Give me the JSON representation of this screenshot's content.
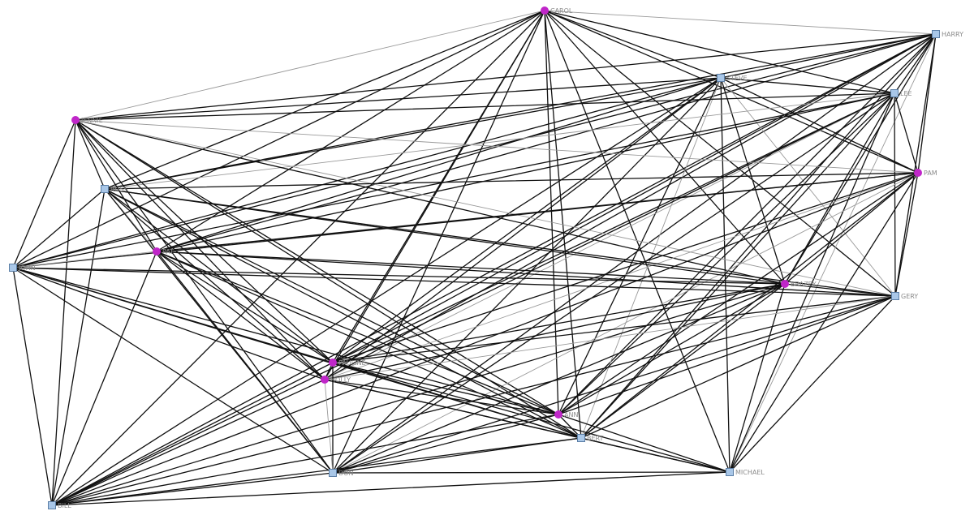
{
  "colors": {
    "female_node": "#c026c9",
    "male_node": "#a9c7e8",
    "male_node_border": "#5c7fa6",
    "edge_strong": "#111111",
    "edge_weak": "#9a9a9a",
    "label": "#8a8a8a"
  },
  "nodes": [
    {
      "id": "CAROL",
      "label": "CAROL",
      "shape": "circle"
    },
    {
      "id": "HARRY",
      "label": "HARRY",
      "shape": "square"
    },
    {
      "id": "STEVE",
      "label": "STEVE",
      "shape": "square"
    },
    {
      "id": "LEE",
      "label": "LEE",
      "shape": "square"
    },
    {
      "id": "JENNIE",
      "label": "JENNIE",
      "shape": "circle"
    },
    {
      "id": "PAM",
      "label": "PAM",
      "shape": "circle"
    },
    {
      "id": "RUSS",
      "label": "RUSS",
      "shape": "square"
    },
    {
      "id": "PAT",
      "label": "PAT",
      "shape": "circle"
    },
    {
      "id": "JOHN",
      "label": "JOHN",
      "shape": "square"
    },
    {
      "id": "BRAZEY",
      "label": "BRAZEY",
      "shape": "circle"
    },
    {
      "id": "GERY",
      "label": "GERY",
      "shape": "square"
    },
    {
      "id": "PAULINE",
      "label": "PAULINE",
      "shape": "circle"
    },
    {
      "id": "HOLLY",
      "label": "HOLLY",
      "shape": "circle"
    },
    {
      "id": "ANN",
      "label": "ANN",
      "shape": "circle"
    },
    {
      "id": "BERT",
      "label": "BERT",
      "shape": "square"
    },
    {
      "id": "DON",
      "label": "DON",
      "shape": "square"
    },
    {
      "id": "MICHAEL",
      "label": "MICHAEL",
      "shape": "square"
    },
    {
      "id": "BILL",
      "label": "BILL",
      "shape": "square"
    }
  ],
  "edges": [
    [
      "CAROL",
      "HARRY",
      "weak"
    ],
    [
      "CAROL",
      "STEVE",
      "strong"
    ],
    [
      "CAROL",
      "LEE",
      "strong"
    ],
    [
      "CAROL",
      "PAM",
      "strong"
    ],
    [
      "CAROL",
      "JENNIE",
      "weak"
    ],
    [
      "CAROL",
      "RUSS",
      "strong"
    ],
    [
      "CAROL",
      "PAT",
      "strong"
    ],
    [
      "CAROL",
      "JOHN",
      "strong"
    ],
    [
      "CAROL",
      "BRAZEY",
      "strong"
    ],
    [
      "CAROL",
      "GERY",
      "strong"
    ],
    [
      "CAROL",
      "PAULINE",
      "strong"
    ],
    [
      "CAROL",
      "HOLLY",
      "strong"
    ],
    [
      "CAROL",
      "ANN",
      "strong"
    ],
    [
      "CAROL",
      "BERT",
      "strong"
    ],
    [
      "CAROL",
      "DON",
      "strong"
    ],
    [
      "CAROL",
      "MICHAEL",
      "strong"
    ],
    [
      "CAROL",
      "BILL",
      "strong"
    ],
    [
      "HARRY",
      "STEVE",
      "strong"
    ],
    [
      "HARRY",
      "LEE",
      "strong"
    ],
    [
      "HARRY",
      "PAM",
      "strong"
    ],
    [
      "HARRY",
      "JENNIE",
      "strong"
    ],
    [
      "HARRY",
      "RUSS",
      "strong"
    ],
    [
      "HARRY",
      "PAT",
      "strong"
    ],
    [
      "HARRY",
      "JOHN",
      "strong"
    ],
    [
      "HARRY",
      "BRAZEY",
      "strong"
    ],
    [
      "HARRY",
      "GERY",
      "strong"
    ],
    [
      "HARRY",
      "PAULINE",
      "strong"
    ],
    [
      "HARRY",
      "HOLLY",
      "strong"
    ],
    [
      "HARRY",
      "ANN",
      "strong"
    ],
    [
      "HARRY",
      "BERT",
      "strong"
    ],
    [
      "HARRY",
      "DON",
      "strong"
    ],
    [
      "HARRY",
      "MICHAEL",
      "weak"
    ],
    [
      "HARRY",
      "BILL",
      "strong"
    ],
    [
      "STEVE",
      "LEE",
      "strong"
    ],
    [
      "STEVE",
      "PAM",
      "strong"
    ],
    [
      "STEVE",
      "JENNIE",
      "strong"
    ],
    [
      "STEVE",
      "RUSS",
      "strong"
    ],
    [
      "STEVE",
      "PAT",
      "strong"
    ],
    [
      "STEVE",
      "JOHN",
      "strong"
    ],
    [
      "STEVE",
      "BRAZEY",
      "strong"
    ],
    [
      "STEVE",
      "GERY",
      "weak"
    ],
    [
      "STEVE",
      "PAULINE",
      "strong"
    ],
    [
      "STEVE",
      "HOLLY",
      "strong"
    ],
    [
      "STEVE",
      "ANN",
      "strong"
    ],
    [
      "STEVE",
      "BERT",
      "weak"
    ],
    [
      "STEVE",
      "DON",
      "strong"
    ],
    [
      "STEVE",
      "MICHAEL",
      "strong"
    ],
    [
      "STEVE",
      "BILL",
      "strong"
    ],
    [
      "LEE",
      "PAM",
      "strong"
    ],
    [
      "LEE",
      "JENNIE",
      "strong"
    ],
    [
      "LEE",
      "RUSS",
      "weak"
    ],
    [
      "LEE",
      "PAT",
      "strong"
    ],
    [
      "LEE",
      "JOHN",
      "strong"
    ],
    [
      "LEE",
      "BRAZEY",
      "strong"
    ],
    [
      "LEE",
      "GERY",
      "strong"
    ],
    [
      "LEE",
      "PAULINE",
      "strong"
    ],
    [
      "LEE",
      "HOLLY",
      "weak"
    ],
    [
      "LEE",
      "ANN",
      "strong"
    ],
    [
      "LEE",
      "BERT",
      "strong"
    ],
    [
      "LEE",
      "DON",
      "strong"
    ],
    [
      "LEE",
      "MICHAEL",
      "strong"
    ],
    [
      "LEE",
      "BILL",
      "strong"
    ],
    [
      "JENNIE",
      "PAM",
      "weak"
    ],
    [
      "JENNIE",
      "RUSS",
      "strong"
    ],
    [
      "JENNIE",
      "PAT",
      "strong"
    ],
    [
      "JENNIE",
      "JOHN",
      "strong"
    ],
    [
      "JENNIE",
      "BRAZEY",
      "strong"
    ],
    [
      "JENNIE",
      "GERY",
      "weak"
    ],
    [
      "JENNIE",
      "PAULINE",
      "strong"
    ],
    [
      "JENNIE",
      "HOLLY",
      "strong"
    ],
    [
      "JENNIE",
      "ANN",
      "strong"
    ],
    [
      "JENNIE",
      "BERT",
      "strong"
    ],
    [
      "JENNIE",
      "DON",
      "strong"
    ],
    [
      "JENNIE",
      "BILL",
      "strong"
    ],
    [
      "PAM",
      "RUSS",
      "strong"
    ],
    [
      "PAM",
      "PAT",
      "strong"
    ],
    [
      "PAM",
      "JOHN",
      "strong"
    ],
    [
      "PAM",
      "BRAZEY",
      "strong"
    ],
    [
      "PAM",
      "GERY",
      "strong"
    ],
    [
      "PAM",
      "PAULINE",
      "strong"
    ],
    [
      "PAM",
      "HOLLY",
      "weak"
    ],
    [
      "PAM",
      "ANN",
      "strong"
    ],
    [
      "PAM",
      "BERT",
      "strong"
    ],
    [
      "PAM",
      "DON",
      "weak"
    ],
    [
      "PAM",
      "MICHAEL",
      "strong"
    ],
    [
      "PAM",
      "BILL",
      "strong"
    ],
    [
      "RUSS",
      "PAT",
      "weak"
    ],
    [
      "RUSS",
      "JOHN",
      "strong"
    ],
    [
      "RUSS",
      "BRAZEY",
      "strong"
    ],
    [
      "RUSS",
      "GERY",
      "strong"
    ],
    [
      "RUSS",
      "PAULINE",
      "strong"
    ],
    [
      "RUSS",
      "HOLLY",
      "strong"
    ],
    [
      "RUSS",
      "ANN",
      "strong"
    ],
    [
      "RUSS",
      "BERT",
      "strong"
    ],
    [
      "RUSS",
      "DON",
      "strong"
    ],
    [
      "RUSS",
      "BILL",
      "strong"
    ],
    [
      "PAT",
      "JOHN",
      "weak"
    ],
    [
      "PAT",
      "BRAZEY",
      "strong"
    ],
    [
      "PAT",
      "GERY",
      "strong"
    ],
    [
      "PAT",
      "PAULINE",
      "strong"
    ],
    [
      "PAT",
      "HOLLY",
      "strong"
    ],
    [
      "PAT",
      "ANN",
      "strong"
    ],
    [
      "PAT",
      "BERT",
      "strong"
    ],
    [
      "PAT",
      "DON",
      "strong"
    ],
    [
      "PAT",
      "BILL",
      "strong"
    ],
    [
      "JOHN",
      "BRAZEY",
      "strong"
    ],
    [
      "JOHN",
      "GERY",
      "strong"
    ],
    [
      "JOHN",
      "PAULINE",
      "strong"
    ],
    [
      "JOHN",
      "HOLLY",
      "strong"
    ],
    [
      "JOHN",
      "ANN",
      "strong"
    ],
    [
      "JOHN",
      "BERT",
      "strong"
    ],
    [
      "JOHN",
      "DON",
      "strong"
    ],
    [
      "JOHN",
      "BILL",
      "strong"
    ],
    [
      "BRAZEY",
      "GERY",
      "strong"
    ],
    [
      "BRAZEY",
      "PAULINE",
      "strong"
    ],
    [
      "BRAZEY",
      "HOLLY",
      "strong"
    ],
    [
      "BRAZEY",
      "ANN",
      "strong"
    ],
    [
      "BRAZEY",
      "BERT",
      "strong"
    ],
    [
      "BRAZEY",
      "DON",
      "strong"
    ],
    [
      "BRAZEY",
      "MICHAEL",
      "strong"
    ],
    [
      "BRAZEY",
      "BILL",
      "strong"
    ],
    [
      "GERY",
      "PAULINE",
      "strong"
    ],
    [
      "GERY",
      "HOLLY",
      "weak"
    ],
    [
      "GERY",
      "ANN",
      "strong"
    ],
    [
      "GERY",
      "BERT",
      "strong"
    ],
    [
      "GERY",
      "DON",
      "strong"
    ],
    [
      "GERY",
      "MICHAEL",
      "strong"
    ],
    [
      "GERY",
      "BILL",
      "strong"
    ],
    [
      "PAULINE",
      "HOLLY",
      "strong"
    ],
    [
      "PAULINE",
      "ANN",
      "strong"
    ],
    [
      "PAULINE",
      "BERT",
      "strong"
    ],
    [
      "PAULINE",
      "DON",
      "strong"
    ],
    [
      "PAULINE",
      "MICHAEL",
      "strong"
    ],
    [
      "PAULINE",
      "BILL",
      "strong"
    ],
    [
      "HOLLY",
      "ANN",
      "strong"
    ],
    [
      "HOLLY",
      "BERT",
      "strong"
    ],
    [
      "HOLLY",
      "DON",
      "weak"
    ],
    [
      "HOLLY",
      "MICHAEL",
      "strong"
    ],
    [
      "HOLLY",
      "BILL",
      "strong"
    ],
    [
      "ANN",
      "BERT",
      "strong"
    ],
    [
      "ANN",
      "DON",
      "strong"
    ],
    [
      "ANN",
      "MICHAEL",
      "strong"
    ],
    [
      "ANN",
      "BILL",
      "strong"
    ],
    [
      "BERT",
      "DON",
      "strong"
    ],
    [
      "BERT",
      "MICHAEL",
      "strong"
    ],
    [
      "BERT",
      "BILL",
      "strong"
    ],
    [
      "DON",
      "MICHAEL",
      "strong"
    ],
    [
      "DON",
      "BILL",
      "strong"
    ],
    [
      "MICHAEL",
      "BILL",
      "strong"
    ]
  ]
}
